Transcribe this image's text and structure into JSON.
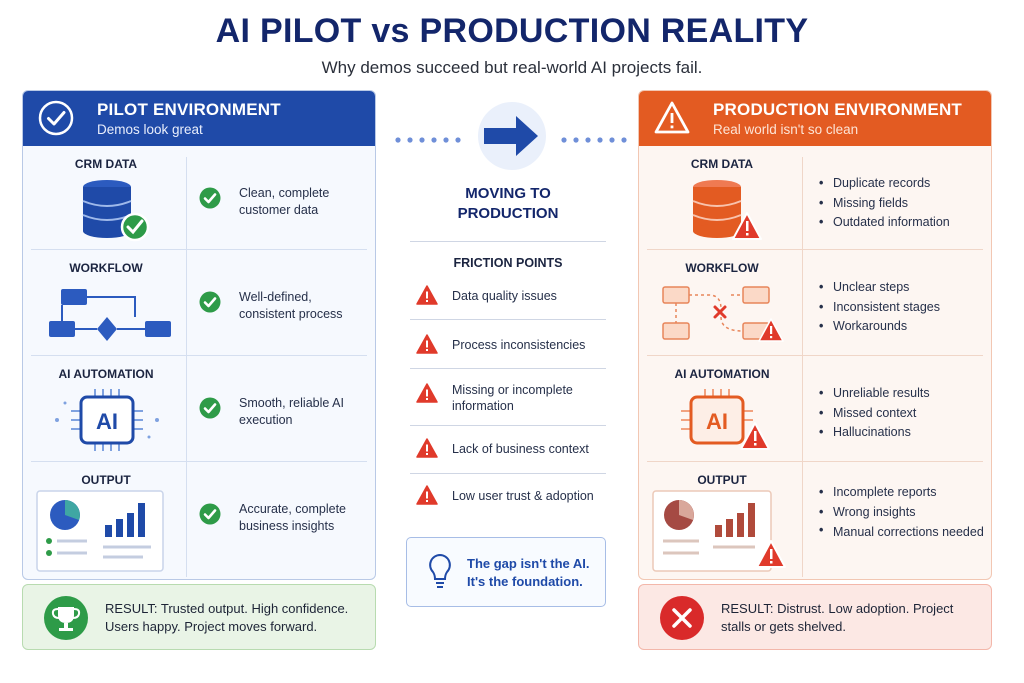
{
  "title": "AI PILOT vs PRODUCTION REALITY",
  "subtitle": "Why demos succeed but real-world AI projects fail.",
  "colors": {
    "pilot": "#1f4aa8",
    "production": "#e35b22",
    "check": "#2e9b48",
    "warning": "#e03a2b"
  },
  "pilot": {
    "header_title": "PILOT ENVIRONMENT",
    "header_sub": "Demos look great",
    "rows": [
      {
        "label": "CRM DATA",
        "icon": "database-check-icon",
        "text": "Clean, complete customer data"
      },
      {
        "label": "WORKFLOW",
        "icon": "workflow-icon",
        "text": "Well-defined, consistent process"
      },
      {
        "label": "AI AUTOMATION",
        "icon": "ai-chip-icon",
        "text": "Smooth, reliable AI execution"
      },
      {
        "label": "OUTPUT",
        "icon": "report-icon",
        "text": "Accurate, complete business insights"
      }
    ],
    "result_text": "RESULT: Trusted output. High confidence. Users happy. Project moves forward."
  },
  "middle": {
    "heading_line1": "MOVING TO",
    "heading_line2": "PRODUCTION",
    "friction_title": "FRICTION POINTS",
    "friction": [
      "Data quality issues",
      "Process inconsistencies",
      "Missing or incomplete information",
      "Lack of business context",
      "Low user trust & adoption"
    ],
    "gap_text": "The gap isn't the AI. It's the foundation."
  },
  "production": {
    "header_title": "PRODUCTION ENVIRONMENT",
    "header_sub": "Real world isn't so clean",
    "rows": [
      {
        "label": "CRM DATA",
        "icon": "database-warning-icon",
        "bullets": [
          "Duplicate records",
          "Missing fields",
          "Outdated information"
        ]
      },
      {
        "label": "WORKFLOW",
        "icon": "broken-workflow-icon",
        "bullets": [
          "Unclear steps",
          "Inconsistent stages",
          "Workarounds"
        ]
      },
      {
        "label": "AI AUTOMATION",
        "icon": "ai-chip-warning-icon",
        "bullets": [
          "Unreliable results",
          "Missed context",
          "Hallucinations"
        ]
      },
      {
        "label": "OUTPUT",
        "icon": "report-warning-icon",
        "bullets": [
          "Incomplete reports",
          "Wrong insights",
          "Manual corrections needed"
        ]
      }
    ],
    "result_text": "RESULT:  Distrust. Low adoption. Project stalls or gets shelved."
  },
  "icon_text": {
    "ai": "AI"
  }
}
